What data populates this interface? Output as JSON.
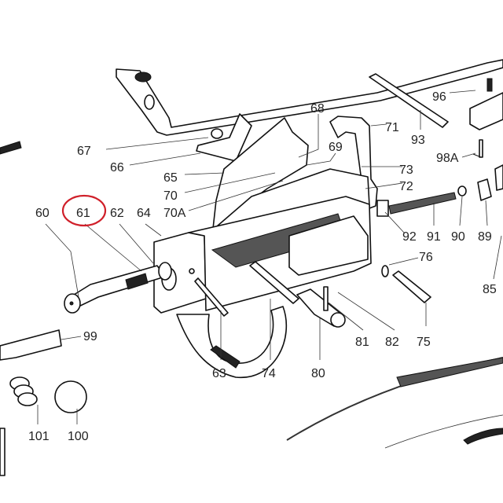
{
  "diagram": {
    "title": "Exploded parts diagram",
    "highlight_color": "#d0202a",
    "highlighted_part": "61",
    "part_labels": {
      "p60": "60",
      "p61": "61",
      "p62": "62",
      "p63": "63",
      "p64": "64",
      "p65": "65",
      "p66": "66",
      "p67": "67",
      "p68": "68",
      "p69": "69",
      "p70": "70",
      "p70a": "70A",
      "p71": "71",
      "p72": "72",
      "p73": "73",
      "p74": "74",
      "p75": "75",
      "p76": "76",
      "p80": "80",
      "p81": "81",
      "p82": "82",
      "p85": "85",
      "p89": "89",
      "p90": "90",
      "p91": "91",
      "p92": "92",
      "p93": "93",
      "p96": "96",
      "p98a": "98A",
      "p99": "99",
      "p100": "100",
      "p101": "101"
    }
  }
}
